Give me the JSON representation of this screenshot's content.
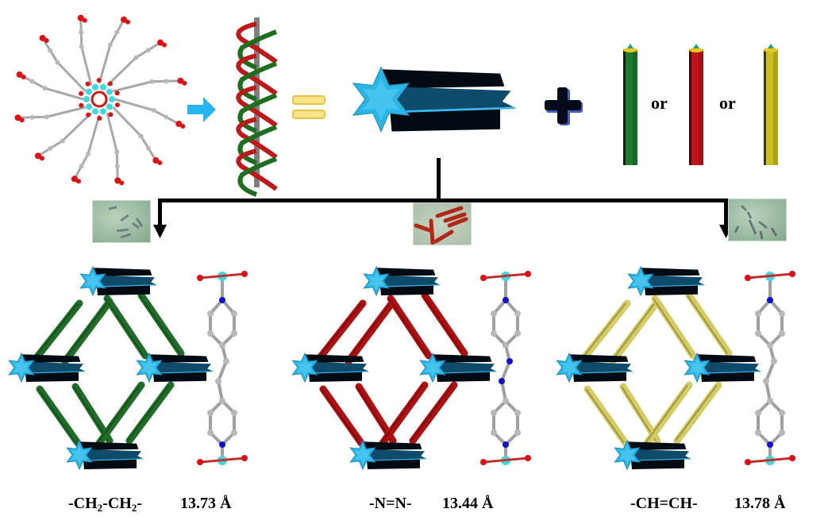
{
  "figure": {
    "top_row": {
      "cluster_name": "crystal-structure-ball-and-stick",
      "arrow_icon": "right-arrow-icon",
      "helix_name": "double-helix-chain",
      "equals_icon": "equals-icon",
      "prism_name": "star-prism-building-block",
      "plus_icon": "plus-icon",
      "linkers": [
        {
          "name": "green-linker-rod",
          "color": "#1e7a2e"
        },
        {
          "name": "red-linker-rod",
          "color": "#c0141a"
        },
        {
          "name": "yellow-linker-rod",
          "color": "#c8c020"
        }
      ],
      "or_labels": [
        "or",
        "or"
      ]
    },
    "crystal_photos": [
      {
        "name": "colorless-crystal-photo-1",
        "tint": "green"
      },
      {
        "name": "red-crystal-photo",
        "tint": "red"
      },
      {
        "name": "colorless-crystal-photo-2",
        "tint": "green"
      }
    ],
    "frameworks": [
      {
        "linker_group": "-CH2-CH2-",
        "linker_main": "-CH",
        "linker_sub1": "2",
        "linker_mid": "-CH",
        "linker_sub2": "2",
        "linker_end": "-",
        "distance": "13.73 Å",
        "rod_color": "#1f6e28",
        "bridge_type": "ethane"
      },
      {
        "linker_group": "-N=N-",
        "distance": "13.44 Å",
        "rod_color": "#b01010",
        "bridge_type": "azo"
      },
      {
        "linker_group": "-CH=CH-",
        "distance": "13.78 Å",
        "rod_color": "#d4cc60",
        "bridge_type": "ethene"
      }
    ],
    "colors": {
      "star": "#29b6e6",
      "prism_dark": "#0a2f45",
      "prism_face": "#0e4a6a",
      "atom_carbon": "#b8b8b8",
      "atom_oxygen": "#e01010",
      "atom_nitrogen": "#1010d0",
      "atom_metal": "#40d8e0",
      "equals_fill": "#fde48a",
      "equals_stroke": "#e8c23a",
      "arrow_fill": "#28b4ee"
    }
  }
}
